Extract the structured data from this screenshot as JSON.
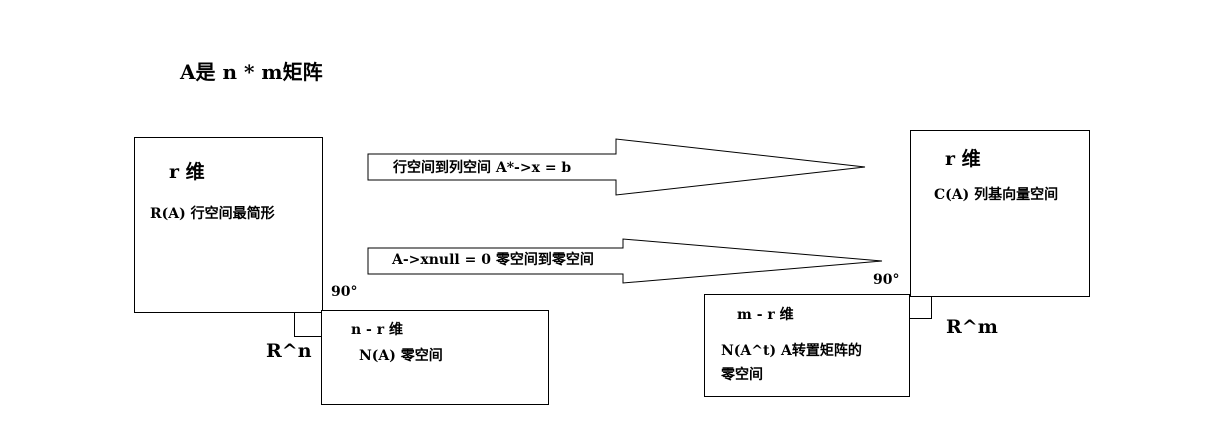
{
  "title": "A是 n * m矩阵",
  "row_space": {
    "dim": "r 维",
    "label": "R(A) 行空间最简形"
  },
  "column_space": {
    "dim": "r 维",
    "label": "C(A) 列基向量空间"
  },
  "null_space": {
    "dim": "n - r 维",
    "label": "N(A) 零空间"
  },
  "left_null_space": {
    "dim": "m - r 维",
    "label_line1": "N(A^t)  A转置矩阵的",
    "label_line2": "零空间"
  },
  "arrows": {
    "top": "行空间到列空间  A*->x = b",
    "bottom": "A->xnull = 0 零空间到零空间"
  },
  "angles": {
    "left": "90°",
    "right": "90°"
  },
  "spaces": {
    "left": "R^n",
    "right": "R^m"
  }
}
